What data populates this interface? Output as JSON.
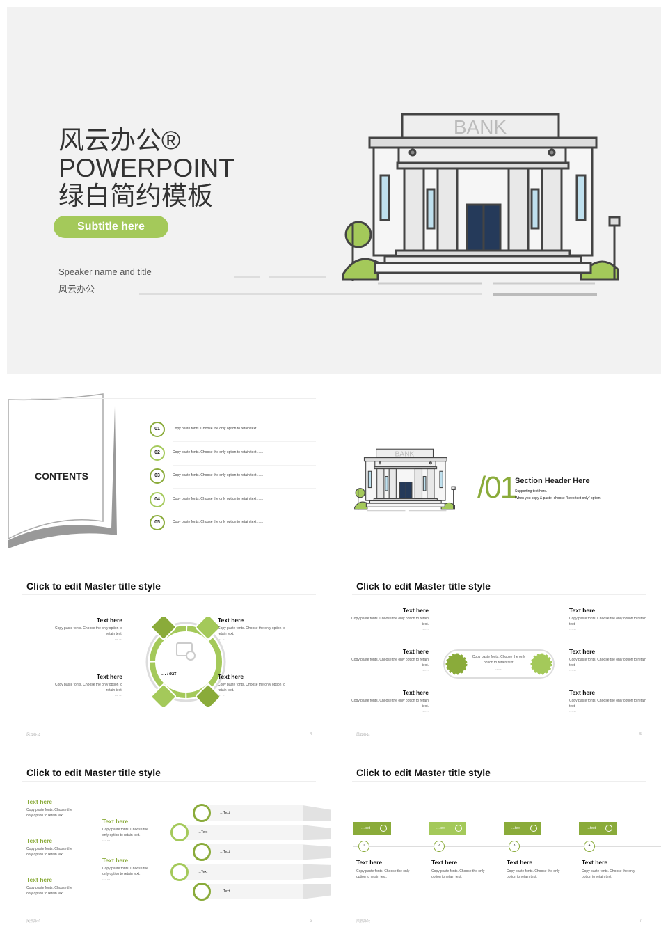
{
  "logo_text": "BANK",
  "colors": {
    "green_dark": "#8aab3a",
    "green_light": "#a4c95a",
    "bg": "#f2f2f2"
  },
  "cover": {
    "title_line1": "风云办公®",
    "title_line2": "POWERPOINT",
    "title_line3": "绿白简约模板",
    "subtitle": "Subtitle here",
    "speaker": "Speaker name and title",
    "company": "风云办公"
  },
  "contents": {
    "title": "CONTENTS",
    "items": [
      {
        "num": "01",
        "text": "Copy paste fonts. Choose the only option to retain text……"
      },
      {
        "num": "02",
        "text": "Copy paste fonts. Choose the only option to retain text……"
      },
      {
        "num": "03",
        "text": "Copy paste fonts. Choose the only option to retain text……"
      },
      {
        "num": "04",
        "text": "Copy paste fonts. Choose the only option to retain text……"
      },
      {
        "num": "05",
        "text": "Copy paste fonts. Choose the only option to retain text……"
      }
    ]
  },
  "section": {
    "number": "/01",
    "header": "Section Header Here",
    "support1": "Supporting text here.",
    "support2": "When you copy & paste, choose \"keep text only\" option."
  },
  "slide4": {
    "title": "Click to edit Master title style",
    "center": "…Text",
    "blocks": [
      {
        "h": "Text here",
        "p": "Copy paste fonts. Choose the only option to retain text.",
        "d": "…  …"
      },
      {
        "h": "Text here",
        "p": "Copy paste fonts. Choose the only option to retain text.",
        "d": "…  …"
      },
      {
        "h": "Text here",
        "p": "Copy paste fonts. Choose the only option to retain text.",
        "d": "…  …"
      },
      {
        "h": "Text here",
        "p": "Copy paste fonts. Choose the only option to retain text.",
        "d": "…  …"
      }
    ],
    "footer": "风云办公",
    "page": "4"
  },
  "slide5": {
    "title": "Click to edit Master title style",
    "center": "Copy paste fonts. Choose the only option to retain text.",
    "center_dots": "……",
    "blocks": [
      {
        "h": "Text here",
        "p": "Copy paste fonts. Choose the only option to retain text.",
        "d": "……"
      },
      {
        "h": "Text here",
        "p": "Copy paste fonts. Choose the only option to retain text.",
        "d": "……"
      },
      {
        "h": "Text here",
        "p": "Copy paste fonts. Choose the only option to retain text.",
        "d": "……"
      },
      {
        "h": "Text here",
        "p": "Copy paste fonts. Choose the only option to retain text.",
        "d": "……"
      },
      {
        "h": "Text here",
        "p": "Copy paste fonts. Choose the only option to retain text.",
        "d": "……"
      },
      {
        "h": "Text here",
        "p": "Copy paste fonts. Choose the only option to retain text.",
        "d": "……"
      }
    ],
    "footer": "风云办公",
    "page": "5"
  },
  "slide6": {
    "title": "Click to edit Master title style",
    "blocks": [
      {
        "h": "Text here",
        "p": "Copy paste fonts. Choose the only option to retain text.",
        "d": "…  …"
      },
      {
        "h": "Text here",
        "p": "Copy paste fonts. Choose the only option to retain text.",
        "d": "…  …"
      },
      {
        "h": "Text here",
        "p": "Copy paste fonts. Choose the only option to retain text.",
        "d": "…  …"
      },
      {
        "h": "Text here",
        "p": "Copy paste fonts. Choose the only option to retain text.",
        "d": "…  …"
      },
      {
        "h": "Text here",
        "p": "Copy paste fonts. Choose the only option to retain text.",
        "d": "…  …"
      }
    ],
    "bars": [
      {
        "icon": "mailbox-icon",
        "label": "…Text"
      },
      {
        "icon": "wallet-icon",
        "label": "…Text"
      },
      {
        "icon": "cart-icon",
        "label": "…Text"
      },
      {
        "icon": "bank-icon",
        "label": "…Text"
      },
      {
        "icon": "box-icon",
        "label": "…Text"
      }
    ],
    "footer": "风云办公",
    "page": "6"
  },
  "slide7": {
    "title": "Click to edit Master title style",
    "steps": [
      {
        "tag": "…text",
        "num": "1",
        "h": "Text here",
        "p": "Copy paste fonts. Choose the only option to retain text.",
        "d": "…  …"
      },
      {
        "tag": "…text",
        "num": "2",
        "h": "Text here",
        "p": "Copy paste fonts. Choose the only option to retain text.",
        "d": "…  …"
      },
      {
        "tag": "…text",
        "num": "3",
        "h": "Text here",
        "p": "Copy paste fonts. Choose the only option to retain text.",
        "d": "…  …"
      },
      {
        "tag": "…text",
        "num": "4",
        "h": "Text here",
        "p": "Copy paste fonts. Choose the only option to retain text.",
        "d": "…  …"
      }
    ],
    "footer": "风云办公",
    "page": "7"
  }
}
